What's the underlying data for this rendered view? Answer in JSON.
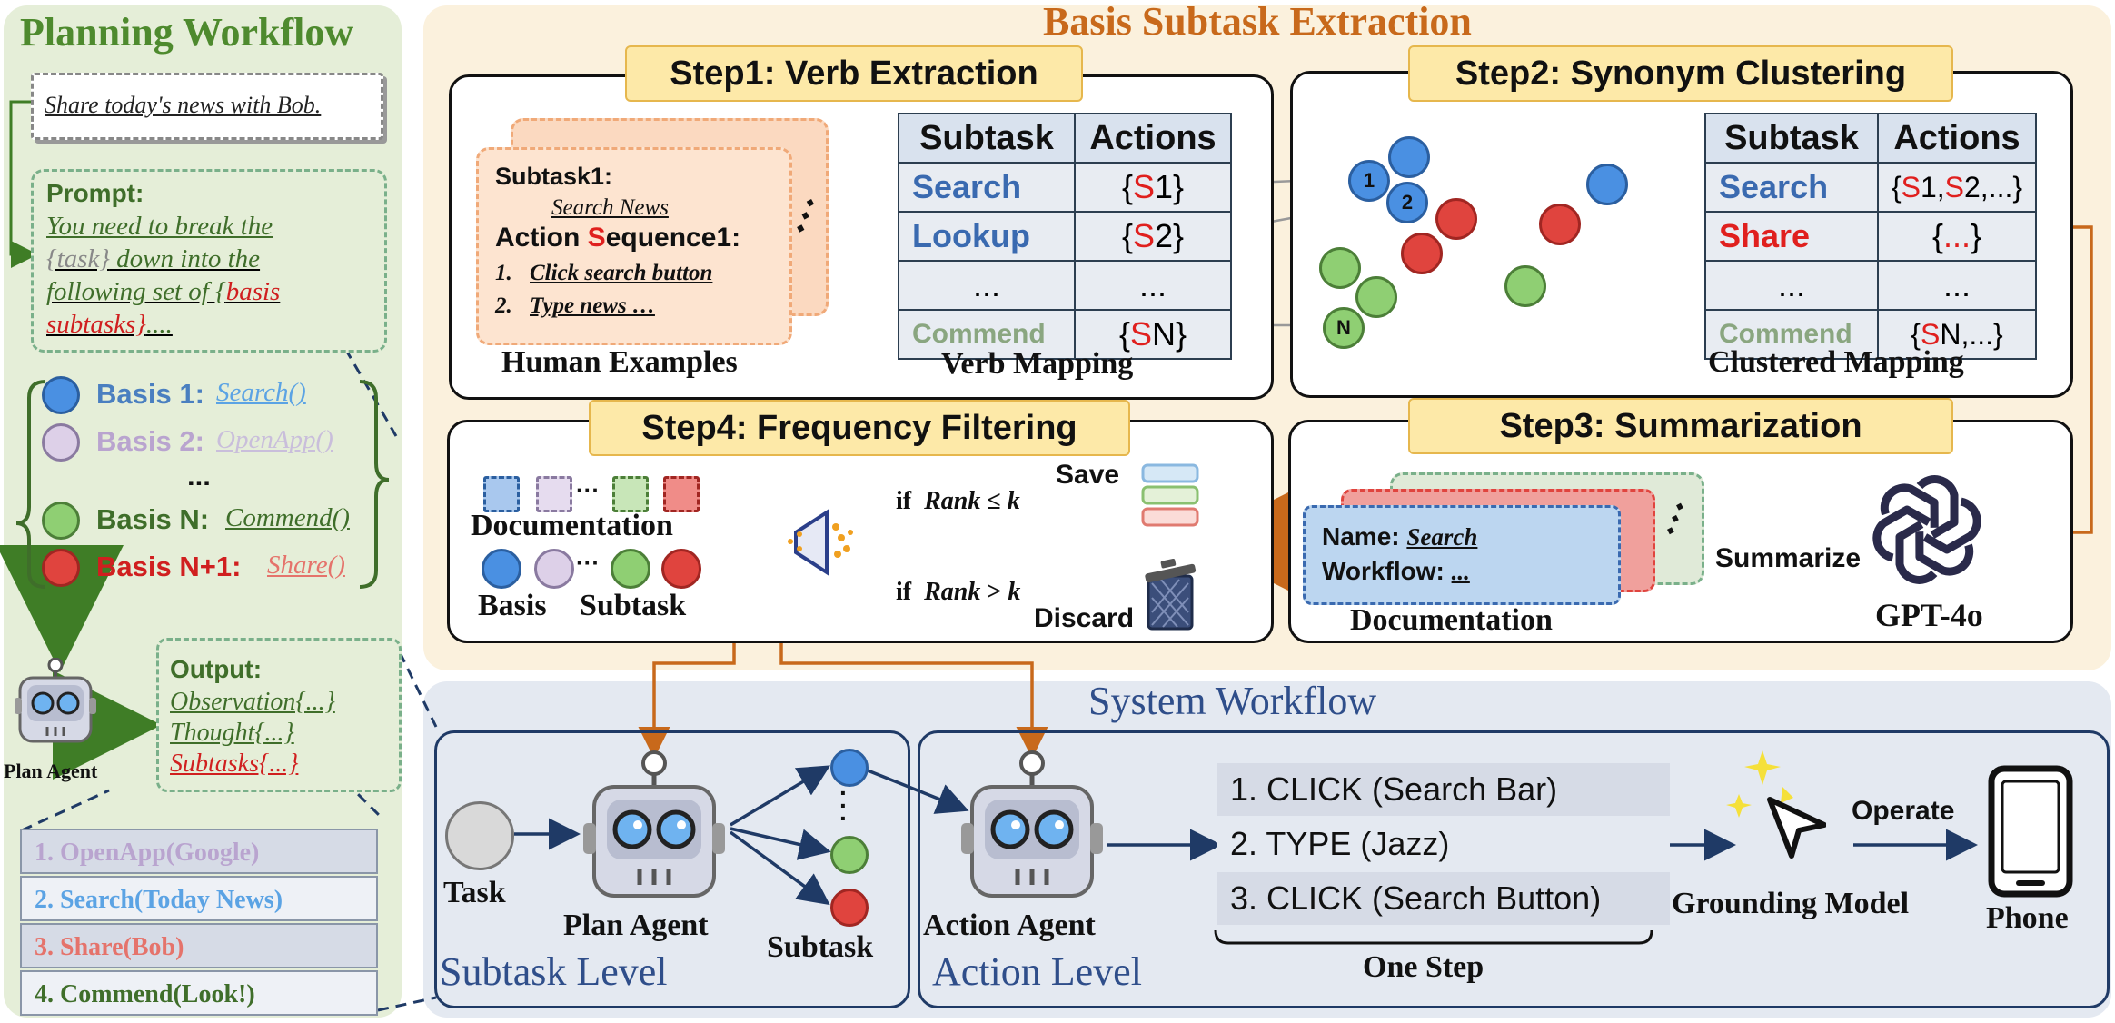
{
  "left": {
    "title": "Planning Workflow",
    "task": "Share today's news with Bob.",
    "prompt_label": "Prompt:",
    "prompt_line1": "You need to break the",
    "prompt_line2a": "{task}",
    "prompt_line2b": " down into the",
    "prompt_line3a": "following set of {",
    "prompt_line3b": "basis",
    "prompt_line4a": "subtasks}",
    "prompt_line4b": "....",
    "bases": [
      {
        "label": "Basis 1:",
        "fn": "Search()"
      },
      {
        "label": "Basis 2:",
        "fn": "OpenApp()"
      },
      {
        "label": "...",
        "fn": ""
      },
      {
        "label": "Basis N:",
        "fn": "Commend()"
      },
      {
        "label": "Basis N+1:",
        "fn": "Share()"
      }
    ],
    "plan_agent": "Plan Agent",
    "output_label": "Output:",
    "output_lines": [
      "Observation{...}",
      "Thought{...}",
      "Subtasks{...}"
    ],
    "list": [
      "1. OpenApp(Google)",
      "2. Search(Today News)",
      "3. Share(Bob)",
      "4. Commend(Look!)"
    ]
  },
  "top": {
    "title": "Basis Subtask Extraction",
    "step1": {
      "label": "Step1: Verb Extraction",
      "card_l1": "Subtask1:",
      "card_l2": "Search News",
      "card_l3a": "Action ",
      "card_l3b": "S",
      "card_l3c": "equence1:",
      "card_l4n": "1.",
      "card_l4": "Click search button",
      "card_l5n": "2.",
      "card_l5": "Type news …",
      "human_examples": "Human Examples",
      "verb_mapping": "Verb Mapping",
      "table_head": [
        "Subtask",
        "Actions"
      ],
      "rows": [
        {
          "subtask": "Search",
          "pre": "{",
          "s": "S",
          "post": "1}"
        },
        {
          "subtask": "Lookup",
          "pre": "{",
          "s": "S",
          "post": "2}"
        },
        {
          "subtask": "...",
          "pre": "...",
          "s": "",
          "post": ""
        },
        {
          "subtask": "Commend",
          "pre": "{",
          "s": "S",
          "post": "N}"
        }
      ]
    },
    "step2": {
      "label": "Step2: Synonym Clustering",
      "clustered_mapping": "Clustered Mapping",
      "node_labels": [
        "1",
        "2",
        "N"
      ],
      "table_head": [
        "Subtask",
        "Actions"
      ],
      "rows": [
        {
          "subtask": "Search",
          "actions": [
            "{",
            "S",
            "1,",
            "S",
            "2,...}"
          ]
        },
        {
          "subtask": "Share",
          "actions": [
            "{",
            "...",
            "}"
          ]
        },
        {
          "subtask": "...",
          "actions": [
            "..."
          ]
        },
        {
          "subtask": "Commend",
          "actions": [
            "{",
            "S",
            "N,...}"
          ]
        }
      ]
    },
    "step3": {
      "label": "Step3: Summarization",
      "name_label": "Name:",
      "name_value": "Search",
      "workflow_label": "Workflow:",
      "workflow_value": "...",
      "documentation": "Documentation",
      "summarize": "Summarize",
      "gpt": "GPT-4o"
    },
    "step4": {
      "label": "Step4: Frequency Filtering",
      "documentation": "Documentation",
      "basis": "Basis",
      "subtask": "Subtask",
      "save": "Save",
      "discard": "Discard",
      "cond1": "if",
      "rank": "Rank",
      "op1": "≤",
      "k": "k",
      "op2": ">"
    }
  },
  "bottom": {
    "title": "System Workflow",
    "task": "Task",
    "plan_agent": "Plan Agent",
    "subtask": "Subtask",
    "subtask_level": "Subtask Level",
    "action_agent": "Action Agent",
    "action_level": "Action Level",
    "steps": [
      "1. CLICK (Search Bar)",
      "2. TYPE (Jazz)",
      "3. CLICK (Search Button)"
    ],
    "one_step": "One Step",
    "operate": "Operate",
    "grounding_model": "Grounding Model",
    "phone": "Phone"
  },
  "colors": {
    "green_title": "#4e8a2e",
    "orange_title": "#c8691b",
    "blue_title": "#2f4e8a",
    "red": "#e0201e",
    "blue_text": "#3a6ab0",
    "arrow_orange": "#c8691b"
  }
}
